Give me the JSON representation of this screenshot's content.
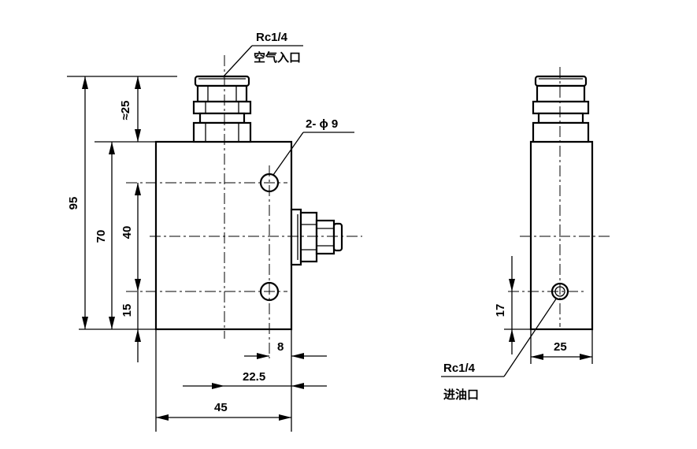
{
  "drawing": {
    "front_view": {
      "air_port_thread": "Rc1/4",
      "air_port_name": "空气入口",
      "hole_callout": "2- ϕ 9",
      "dim_top_approx": "≈25",
      "dim_overall_height": "95",
      "dim_body_height": "70",
      "dim_hole_spacing": "40",
      "dim_hole_offset": "15",
      "dim_hole_from_right": "8",
      "dim_port_from_right": "22.5",
      "dim_body_width": "45"
    },
    "side_view": {
      "dim_port_height": "17",
      "dim_depth": "25",
      "oil_port_thread": "Rc1/4",
      "oil_port_name": "进油口"
    }
  }
}
